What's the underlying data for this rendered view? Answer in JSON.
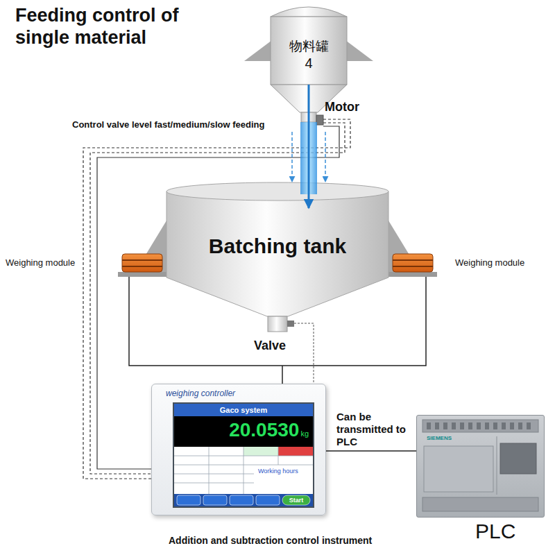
{
  "diagram": {
    "title": "Feeding control of single material",
    "caption": "Addition and subtraction control instrument",
    "nodes": [
      {
        "text": [
          "物料罐",
          "4"
        ]
      },
      {
        "text": [
          "Batching tank"
        ]
      },
      {
        "text": [
          "weighing controller"
        ]
      },
      {
        "text": [
          "Gaco system",
          "20.0530",
          "kg",
          "Working hours",
          "Start"
        ],
        "in": 2
      },
      {
        "text": [
          "SIEMENS",
          "PLC"
        ]
      }
    ],
    "edges": [
      {
        "from": 0,
        "to": 1,
        "arrow": "to"
      },
      {
        "from": 2,
        "to": 4,
        "label": "Can be transmitted to PLC",
        "arrow": "none"
      }
    ],
    "labels": [
      "Motor",
      "Control valve level fast/medium/slow feeding",
      "Weighing module",
      "Weighing module",
      "Valve"
    ]
  }
}
